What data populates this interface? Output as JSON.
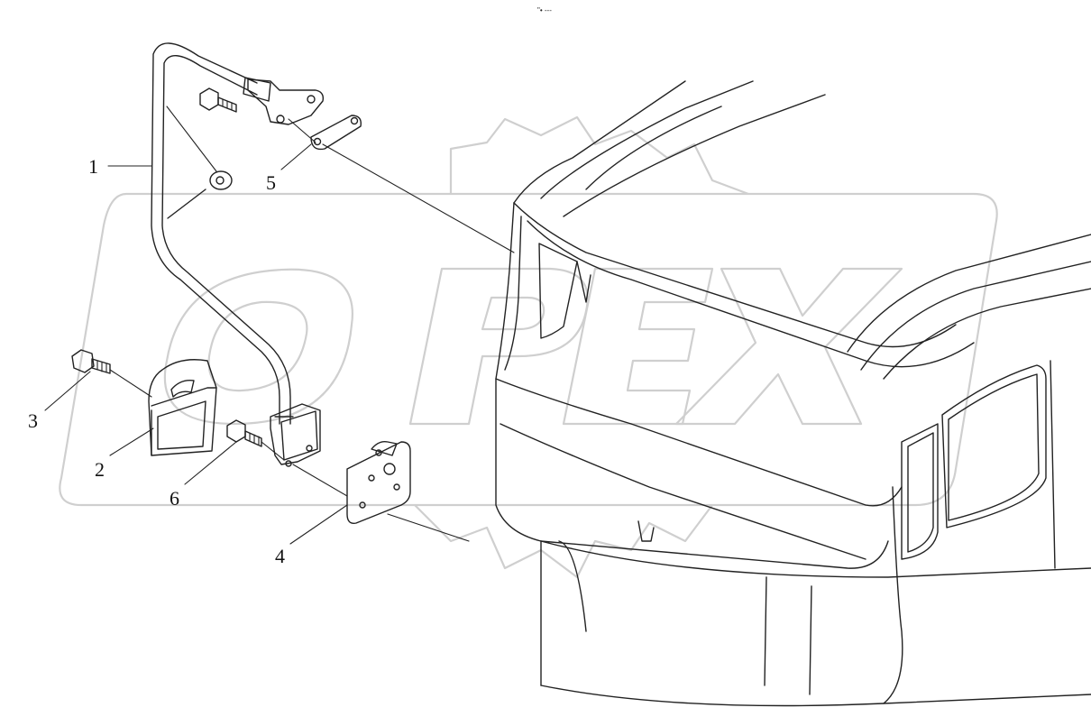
{
  "header": {
    "code": "\"• ---"
  },
  "watermark": {
    "text": "OPEX",
    "color": "#cfcfcf"
  },
  "callouts": [
    {
      "id": "1",
      "label": "1"
    },
    {
      "id": "2",
      "label": "2"
    },
    {
      "id": "3",
      "label": "3"
    },
    {
      "id": "4",
      "label": "4"
    },
    {
      "id": "5",
      "label": "5"
    },
    {
      "id": "6",
      "label": "6"
    }
  ],
  "colors": {
    "line": "#222222",
    "background": "#ffffff"
  }
}
